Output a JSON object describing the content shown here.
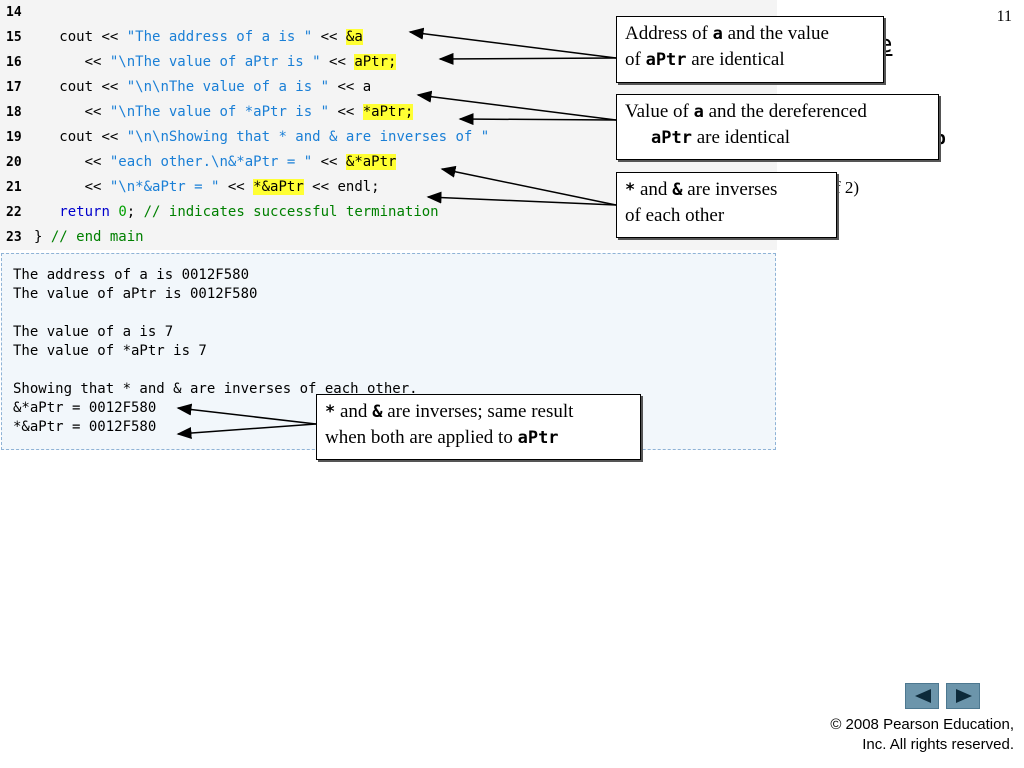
{
  "page_number": "11",
  "title_fragments": {
    "e": "e",
    "p": "p",
    "of2": "f 2)"
  },
  "code_lines": [
    {
      "num": "14",
      "parts": []
    },
    {
      "num": "15",
      "parts": [
        {
          "t": "cout << ",
          "c": "kw"
        },
        {
          "t": "\"The address of a is \"",
          "c": "str"
        },
        {
          "t": " << ",
          "c": "kw"
        },
        {
          "t": "&a",
          "c": "hl"
        }
      ]
    },
    {
      "num": "16",
      "parts": [
        {
          "t": "   << ",
          "c": "kw"
        },
        {
          "t": "\"\\nThe value of aPtr is \"",
          "c": "str"
        },
        {
          "t": " << ",
          "c": "kw"
        },
        {
          "t": "aPtr;",
          "c": "hl"
        }
      ]
    },
    {
      "num": "17",
      "parts": [
        {
          "t": "cout << ",
          "c": "kw"
        },
        {
          "t": "\"\\n\\nThe value of a is \"",
          "c": "str"
        },
        {
          "t": " << a",
          "c": "kw"
        }
      ]
    },
    {
      "num": "18",
      "parts": [
        {
          "t": "   << ",
          "c": "kw"
        },
        {
          "t": "\"\\nThe value of *aPtr is \"",
          "c": "str"
        },
        {
          "t": " << ",
          "c": "kw"
        },
        {
          "t": "*aPtr;",
          "c": "hl"
        }
      ]
    },
    {
      "num": "19",
      "parts": [
        {
          "t": "cout << ",
          "c": "kw"
        },
        {
          "t": "\"\\n\\nShowing that * and & are inverses of \"",
          "c": "str"
        }
      ]
    },
    {
      "num": "20",
      "parts": [
        {
          "t": "   << ",
          "c": "kw"
        },
        {
          "t": "\"each other.\\n&*aPtr = \"",
          "c": "str"
        },
        {
          "t": " << ",
          "c": "kw"
        },
        {
          "t": "&*aPtr",
          "c": "hl"
        }
      ]
    },
    {
      "num": "21",
      "parts": [
        {
          "t": "   << ",
          "c": "kw"
        },
        {
          "t": "\"\\n*&aPtr = \"",
          "c": "str"
        },
        {
          "t": " << ",
          "c": "kw"
        },
        {
          "t": "*&aPtr",
          "c": "hl"
        },
        {
          "t": " << endl;",
          "c": "kw"
        }
      ]
    },
    {
      "num": "22",
      "parts": [
        {
          "t": "return ",
          "c": "kwb"
        },
        {
          "t": "0",
          "c": "num"
        },
        {
          "t": "; ",
          "c": "kw"
        },
        {
          "t": "// indicates successful termination",
          "c": "cmt"
        }
      ]
    },
    {
      "num": "23",
      "parts": [
        {
          "t": "} ",
          "c": "kw"
        },
        {
          "t": "// end main",
          "c": "cmt"
        }
      ]
    }
  ],
  "output_lines": [
    "The address of a is 0012F580",
    "The value of aPtr is 0012F580",
    "",
    "The value of a is 7",
    "The value of *aPtr is 7",
    "",
    "Showing that * and & are inverses of each other.",
    "&*aPtr = 0012F580",
    "*&aPtr = 0012F580"
  ],
  "callouts": {
    "c1": {
      "a": "Address of ",
      "b": "a",
      "c": " and the value",
      "d": "of ",
      "e": "aPtr",
      "f": " are identical"
    },
    "c2": {
      "a": "Value of ",
      "b": "a",
      "c": " and the dereferenced",
      "e": "aPtr",
      "f": " are identical"
    },
    "c3": {
      "b": "*",
      "a": " and ",
      "b2": "&",
      "c": " are inverses",
      "d": "of each other"
    },
    "c4": {
      "b": "*",
      "a": " and ",
      "b2": "&",
      "c": " are inverses; same result",
      "d": "when both are applied to ",
      "e": "aPtr"
    }
  },
  "nav": {
    "prev_icon": "triangle-left-icon",
    "next_icon": "triangle-right-icon",
    "color": "#6c95ab"
  },
  "copyright": {
    "line1": "© 2008 Pearson Education,",
    "line2": "Inc.  All rights reserved."
  }
}
